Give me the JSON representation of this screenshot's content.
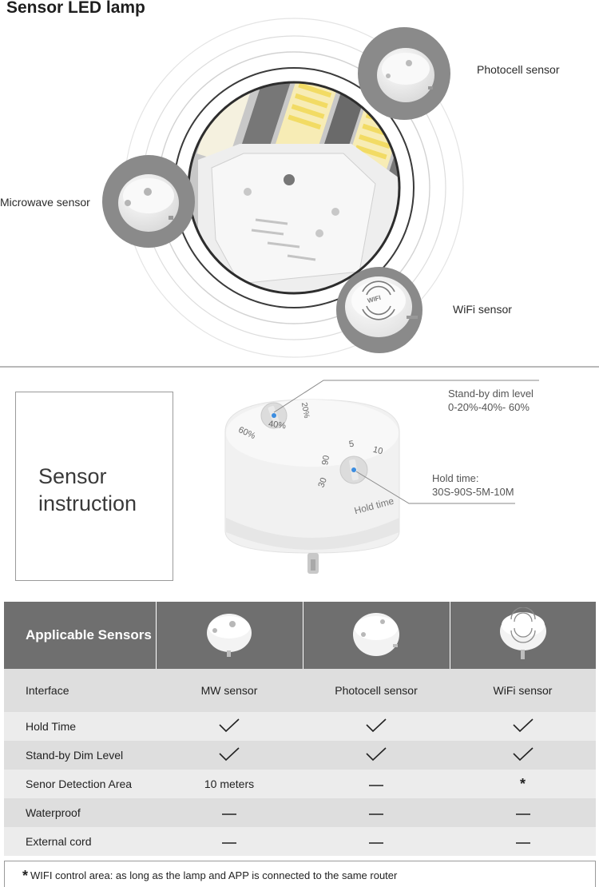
{
  "hero": {
    "title": "Sensor LED lamp",
    "labels": {
      "photocell": "Photocell sensor",
      "microwave": "Microwave sensor",
      "wifi": "WiFi sensor"
    },
    "wifi_badge": "WIFI"
  },
  "instruction": {
    "title_line1": "Sensor",
    "title_line2": "instruction",
    "dim_label": "Stand-by dim level",
    "dim_values": "0-20%-40%- 60%",
    "hold_label": "Hold time:",
    "hold_values": "30S-90S-5M-10M",
    "dial": {
      "dim_marks": [
        "60%",
        "40%",
        "20%"
      ],
      "hold_marks": [
        "30",
        "90",
        "5",
        "10"
      ],
      "hold_text": "Hold time"
    }
  },
  "table": {
    "header": "Applicable Sensors",
    "columns": [
      "MW sensor",
      "Photocell  sensor",
      "WiFi sensor"
    ],
    "rows": [
      {
        "label": "Interface",
        "cells": [
          "MW sensor",
          "Photocell  sensor",
          "WiFi sensor"
        ]
      },
      {
        "label": "Hold Time",
        "cells": [
          "check",
          "check",
          "check"
        ]
      },
      {
        "label": "Stand-by Dim Level",
        "cells": [
          "check",
          "check",
          "check"
        ]
      },
      {
        "label": "Senor Detection Area",
        "cells": [
          "10 meters",
          "dash",
          "*"
        ]
      },
      {
        "label": "Waterproof",
        "cells": [
          "dash",
          "dash",
          "dash"
        ]
      },
      {
        "label": "External cord",
        "cells": [
          "dash",
          "dash",
          "dash"
        ]
      }
    ]
  },
  "footnote": {
    "star": "*",
    "text": "WIFI control area: as long as the lamp and APP is connected to the same router"
  },
  "colors": {
    "header_bg": "#6f6f6f",
    "row_dark": "#dedede",
    "row_light": "#ececec",
    "sensor_circle": "#8a8a8a",
    "led_yellow": "#f3e07a"
  }
}
